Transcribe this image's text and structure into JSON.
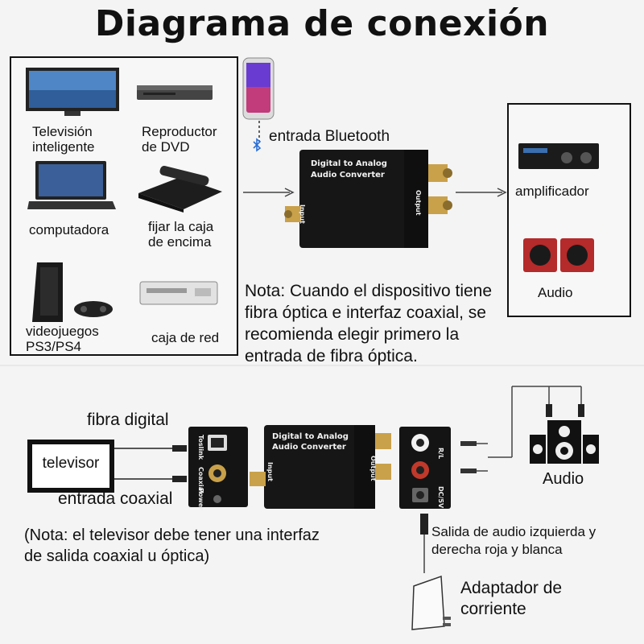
{
  "title": "Diagrama de conexión",
  "sources": {
    "smart_tv": "Televisión inteligente",
    "dvd_player": "Reproductor de DVD",
    "computer": "computadora",
    "set_top_box": "fijar la caja de encima",
    "game_console": "videojuegos PS3/PS4",
    "network_box": "caja de red"
  },
  "bluetooth_label": "entrada Bluetooth",
  "outputs": {
    "amplifier": "amplificador",
    "audio": "Audio"
  },
  "converter": {
    "title_line1": "Digital to Analog",
    "title_line2": "Audio Converter",
    "input_label": "Input",
    "output_label": "Output",
    "toslink_label": "Toslink",
    "coaxial_label": "Coaxial",
    "power_label": "Power",
    "rl_label": "R/L",
    "dc_label": "DC/5V"
  },
  "note_main": "Nota: Cuando el dispositivo tiene fibra óptica e interfaz coaxial, se recomienda elegir primero la entrada de fibra óptica.",
  "bottom": {
    "fiber_label": "fibra digital",
    "tv_label": "televisor",
    "coax_label": "entrada coaxial",
    "audio_label": "Audio",
    "note": "(Nota: el televisor debe tener una interfaz de salida coaxial u óptica)",
    "audio_out_note": "Salida de audio izquierda y derecha roja y blanca",
    "power_adapter": "Adaptador de corriente"
  },
  "colors": {
    "device_body": "#1a1a1a",
    "gold_jack": "#c9a14a",
    "red_jack": "#c0392b"
  }
}
